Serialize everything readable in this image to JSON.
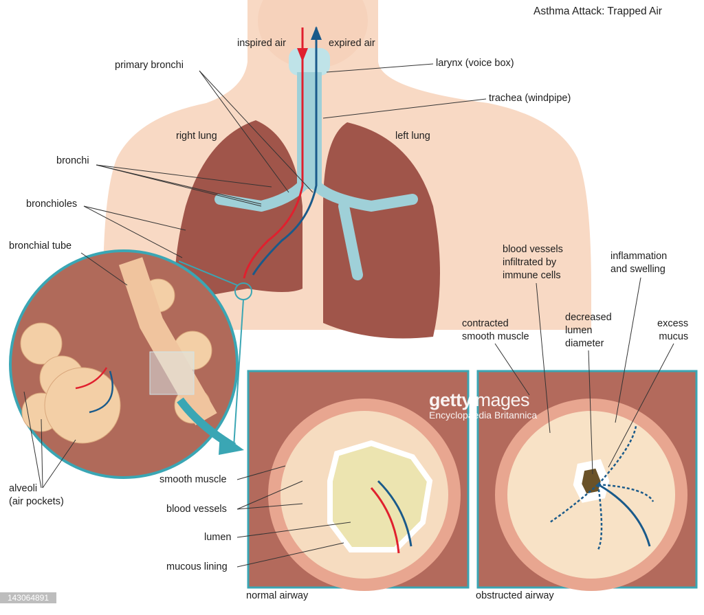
{
  "title": "Asthma Attack: Trapped Air",
  "labels": {
    "inspired_air": "inspired air",
    "expired_air": "expired air",
    "larynx": "larynx (voice box)",
    "primary_bronchi": "primary bronchi",
    "trachea": "trachea (windpipe)",
    "right_lung": "right lung",
    "left_lung": "left lung",
    "bronchi": "bronchi",
    "bronchioles": "bronchioles",
    "bronchial_tube": "bronchial tube",
    "alveoli_1": "alveoli",
    "alveoli_2": "(air pockets)",
    "blood_vessels_infiltrated_1": "blood vessels",
    "blood_vessels_infiltrated_2": "infiltrated by",
    "blood_vessels_infiltrated_3": "immune cells",
    "inflammation_1": "inflammation",
    "inflammation_2": "and swelling",
    "contracted_1": "contracted",
    "contracted_2": "smooth muscle",
    "decreased_1": "decreased",
    "decreased_2": "lumen",
    "decreased_3": "diameter",
    "excess_1": "excess",
    "excess_2": "mucus",
    "smooth_muscle": "smooth muscle",
    "blood_vessels": "blood vessels",
    "lumen": "lumen",
    "mucous_lining": "mucous lining",
    "normal_airway": "normal airway",
    "obstructed_airway": "obstructed airway"
  },
  "watermark": {
    "brand_bold": "getty",
    "brand_light": "images",
    "credit": "Encyclopaedia Britannica"
  },
  "image_id": "143064891",
  "colors": {
    "skin": "#f8d9c4",
    "lung": "#a0554a",
    "airway": "#9fd0d8",
    "frame": "#3aa6b4",
    "inspired": "#e0202e",
    "expired": "#1a5a8a"
  }
}
